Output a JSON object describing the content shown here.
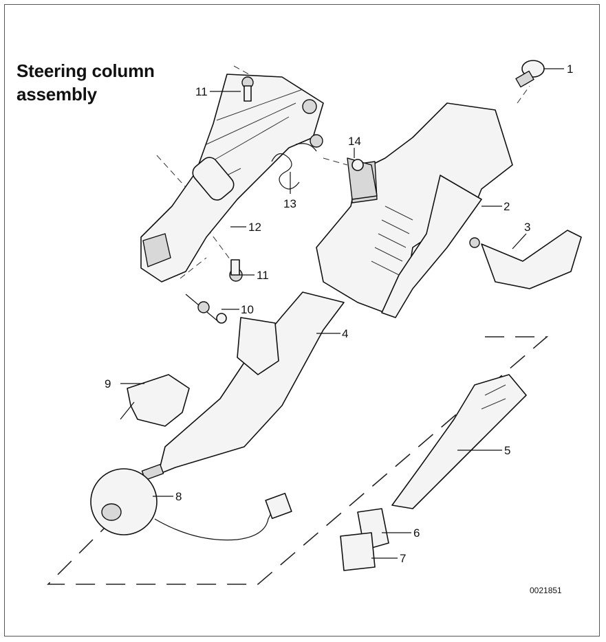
{
  "title_lines": [
    "Steering column",
    "assembly"
  ],
  "reference_code": "0021851",
  "callouts": [
    {
      "id": "c1",
      "label": "1"
    },
    {
      "id": "c2",
      "label": "2"
    },
    {
      "id": "c3",
      "label": "3"
    },
    {
      "id": "c4",
      "label": "4"
    },
    {
      "id": "c5",
      "label": "5"
    },
    {
      "id": "c6",
      "label": "6"
    },
    {
      "id": "c7",
      "label": "7"
    },
    {
      "id": "c8",
      "label": "8"
    },
    {
      "id": "c9",
      "label": "9"
    },
    {
      "id": "c10",
      "label": "10"
    },
    {
      "id": "c11a",
      "label": "11"
    },
    {
      "id": "c11b",
      "label": "11"
    },
    {
      "id": "c12",
      "label": "12"
    },
    {
      "id": "c13",
      "label": "13"
    },
    {
      "id": "c14",
      "label": "14"
    }
  ],
  "colors": {
    "line": "#111111",
    "background": "#ffffff",
    "frame": "#555555"
  }
}
